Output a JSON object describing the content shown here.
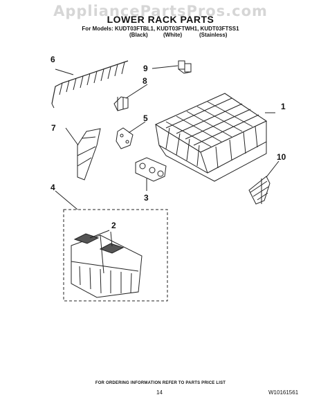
{
  "watermark": "AppliancePartsPros.com",
  "header": {
    "title": "LOWER RACK PARTS",
    "models": "For Models: KUDT03FTBL1, KUDT03FTWH1, KUDT03FTSS1",
    "finishes": [
      "(Black)",
      "(White)",
      "(Stainless)"
    ]
  },
  "callouts": [
    "1",
    "2",
    "3",
    "4",
    "5",
    "6",
    "7",
    "8",
    "9",
    "10"
  ],
  "footer": {
    "note": "FOR ORDERING INFORMATION REFER TO PARTS PRICE LIST",
    "page_number": "14",
    "doc_number": "W10161561"
  },
  "colors": {
    "line": "#222222",
    "watermark": "#d6d6d6"
  }
}
